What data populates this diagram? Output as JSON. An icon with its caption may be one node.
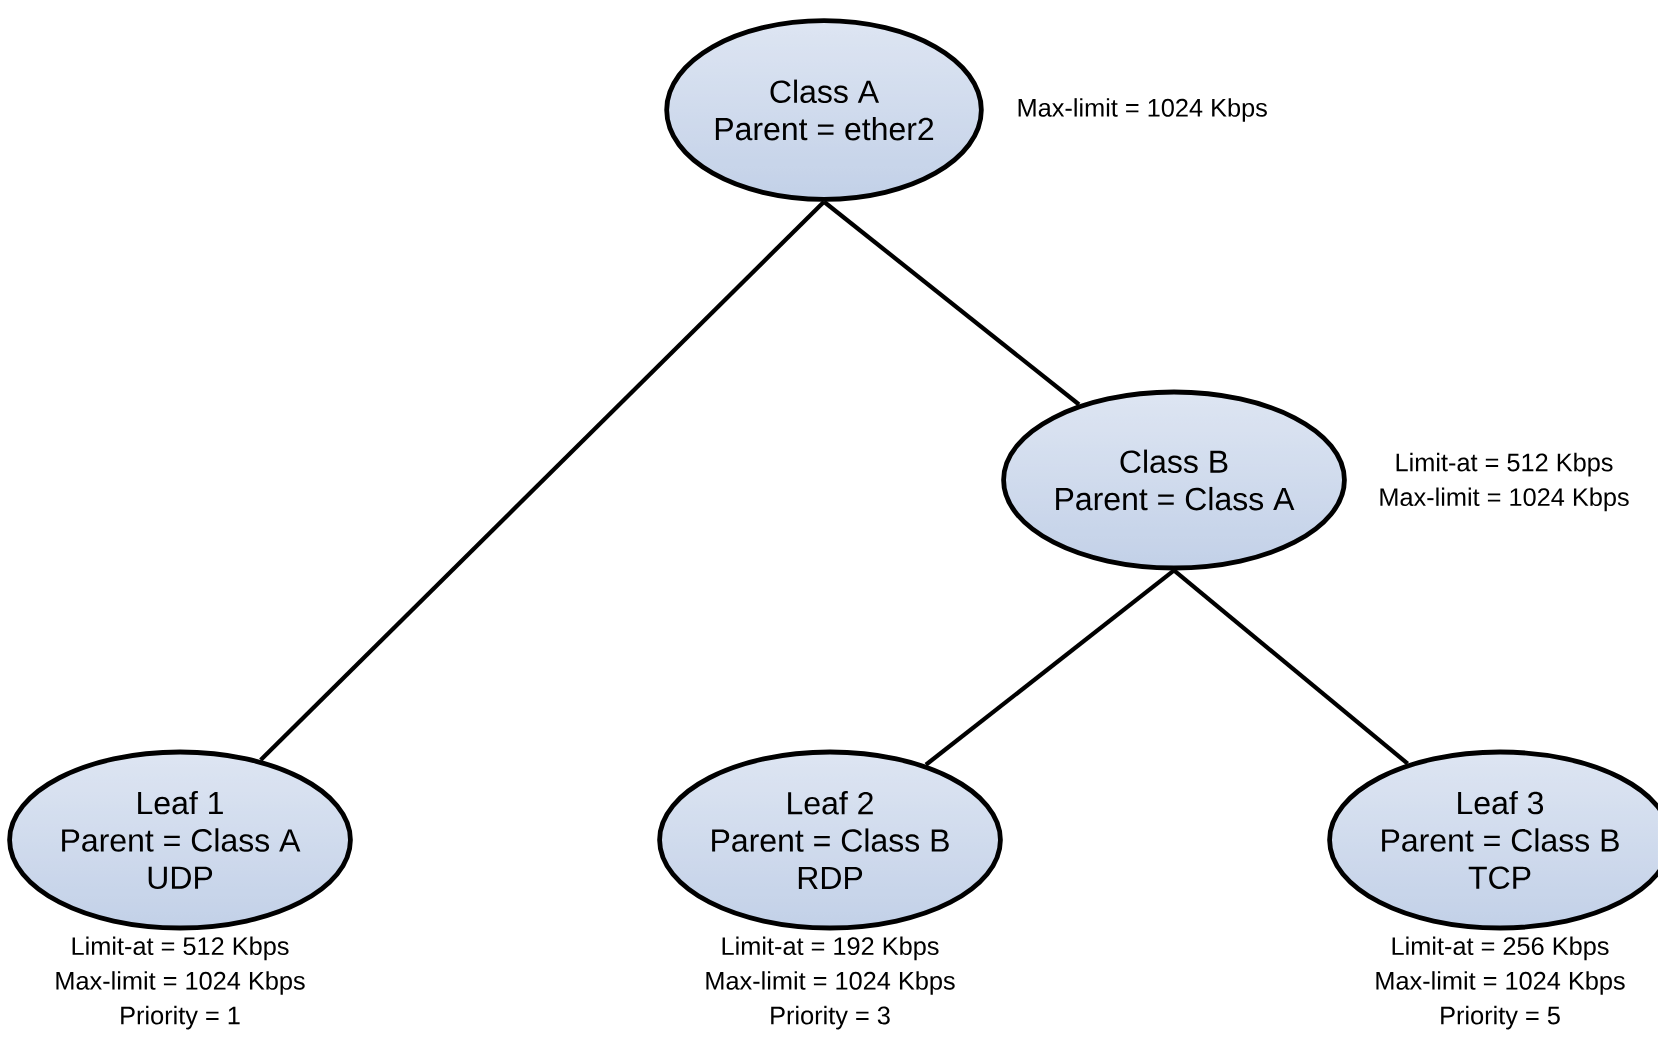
{
  "diagram": {
    "nodes": [
      {
        "text": [
          "Class A",
          "Parent = ether2"
        ],
        "beside": [
          "Max-limit = 1024 Kbps"
        ]
      },
      {
        "text": [
          "Class B",
          "Parent = Class A"
        ],
        "beside": [
          "Limit-at = 512 Kbps",
          "Max-limit = 1024 Kbps"
        ]
      },
      {
        "text": [
          "Leaf 1",
          "Parent = Class A",
          "UDP"
        ],
        "beside": [
          "Limit-at = 512 Kbps",
          "Max-limit = 1024 Kbps",
          "Priority = 1"
        ]
      },
      {
        "text": [
          "Leaf 2",
          "Parent = Class B",
          "RDP"
        ],
        "beside": [
          "Limit-at = 192 Kbps",
          "Max-limit = 1024 Kbps",
          "Priority = 3"
        ]
      },
      {
        "text": [
          "Leaf 3",
          "Parent = Class B",
          "TCP"
        ],
        "beside": [
          "Limit-at = 256 Kbps",
          "Max-limit = 1024 Kbps",
          "Priority = 5"
        ]
      }
    ],
    "edges": [
      {
        "from": 0,
        "to": 2,
        "arrow": "none"
      },
      {
        "from": 0,
        "to": 1,
        "arrow": "none"
      },
      {
        "from": 1,
        "to": 3,
        "arrow": "none"
      },
      {
        "from": 1,
        "to": 4,
        "arrow": "none"
      }
    ]
  }
}
